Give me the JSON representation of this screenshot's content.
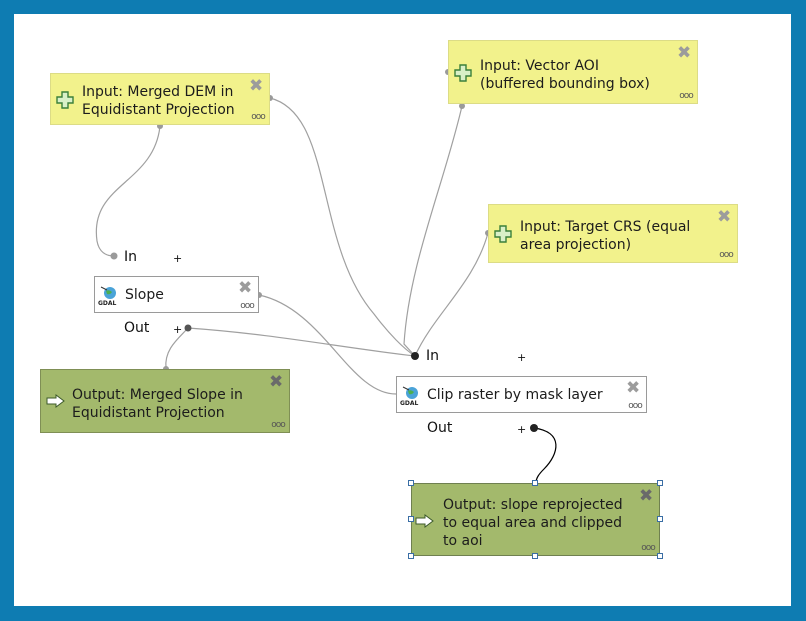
{
  "nodes": {
    "input_dem": {
      "label": "Input: Merged DEM in\nEquidistant Projection"
    },
    "input_aoi": {
      "label": "Input: Vector AOI\n(buffered bounding box)"
    },
    "input_crs": {
      "label": "Input: Target CRS (equal\narea projection)"
    },
    "slope": {
      "label": "Slope",
      "in_label": "In",
      "out_label": "Out",
      "port_plus": "+"
    },
    "clip": {
      "label": "Clip raster by mask layer",
      "in_label": "In",
      "out_label": "Out",
      "port_plus": "+"
    },
    "output_slope": {
      "label": "Output: Merged Slope in\nEquidistant Projection"
    },
    "output_final": {
      "label": "Output: slope reprojected\nto equal area and clipped\nto aoi"
    }
  },
  "glyphs": {
    "close": "✖",
    "more": "ooo"
  },
  "colors": {
    "frame": "#0e7cb2",
    "input_fill": "#f2f28c",
    "output_fill": "#a3b96c",
    "algorithm_fill": "#ffffff",
    "link": "#a0a0a0",
    "selected_link": "#000000"
  },
  "icons": {
    "input": "plus-icon",
    "output": "arrow-icon",
    "algorithm": "gdal-icon",
    "close": "close-icon",
    "menu": "more-icon"
  }
}
